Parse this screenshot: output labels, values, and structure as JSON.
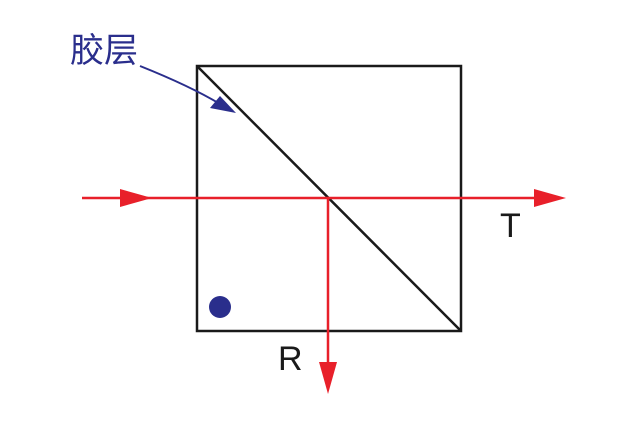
{
  "labels": {
    "glue_layer": "胶层",
    "transmitted": "T",
    "reflected": "R"
  },
  "colors": {
    "beam": "#e8202a",
    "annotation": "#2a2e8c",
    "outline": "#1a1a1a",
    "background": "#ffffff"
  },
  "elements": {
    "cube": "beam-splitter-cube",
    "interface": "diagonal-glue-layer",
    "incident_beam": "incident-beam-arrow",
    "transmitted_beam": "transmitted-beam-arrow",
    "reflected_beam": "reflected-beam-arrow",
    "marker": "polarization-dot"
  }
}
